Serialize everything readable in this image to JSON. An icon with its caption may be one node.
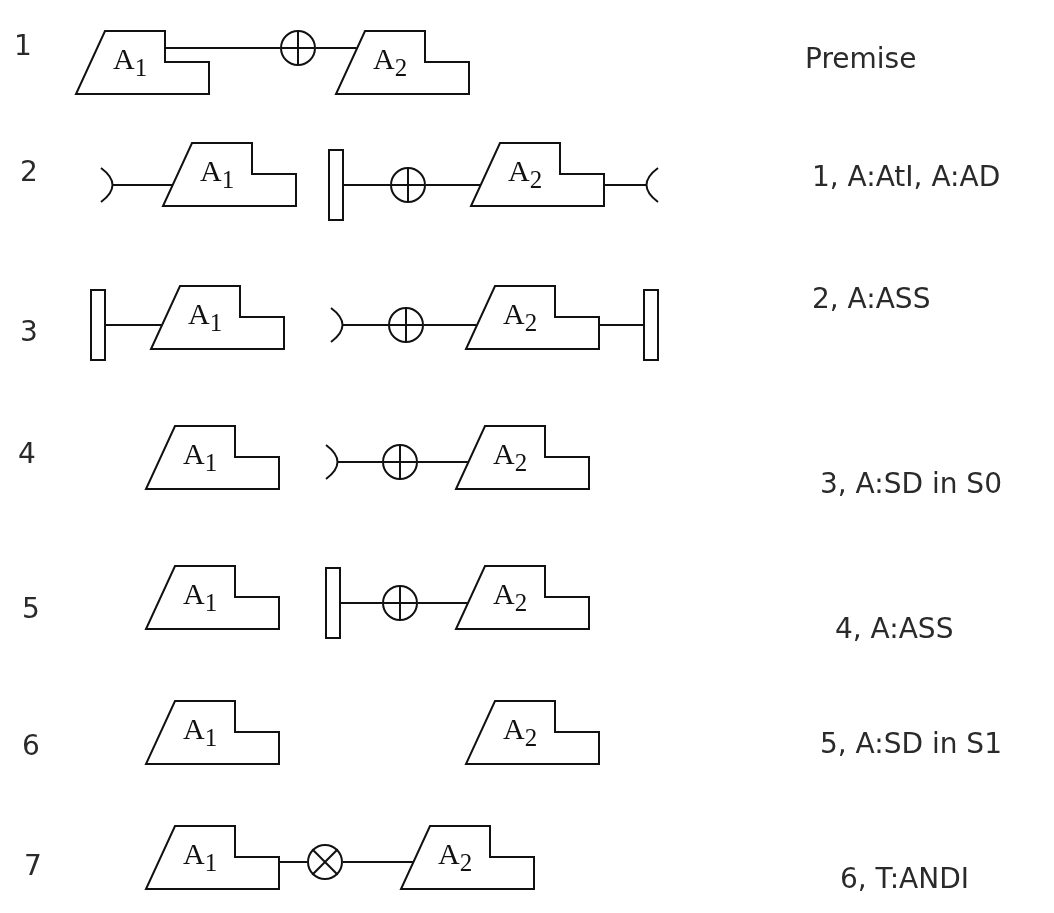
{
  "diagram": {
    "nodes": [
      {
        "text": [
          "A$_{1}$"
        ]
      },
      {
        "text": [],
        "shape": "circle"
      },
      {
        "text": [
          "A$_{2}$"
        ]
      },
      {
        "text": [],
        "shape": "arc"
      },
      {
        "text": [
          "A$_{1}$"
        ]
      },
      {
        "text": [],
        "shape": "bar"
      },
      {
        "text": [],
        "shape": "circle"
      },
      {
        "text": [
          "A$_{2}$"
        ]
      },
      {
        "text": [],
        "shape": "arc"
      },
      {
        "text": [],
        "shape": "bar"
      },
      {
        "text": [
          "A$_{1}$"
        ]
      },
      {
        "text": [],
        "shape": "arc"
      },
      {
        "text": [],
        "shape": "circle"
      },
      {
        "text": [
          "A$_{2}$"
        ]
      },
      {
        "text": [],
        "shape": "bar"
      },
      {
        "text": [
          "A$_{1}$"
        ]
      },
      {
        "text": [],
        "shape": "arc"
      },
      {
        "text": [],
        "shape": "circle"
      },
      {
        "text": [
          "A$_{2}$"
        ]
      },
      {
        "text": [
          "A$_{1}$"
        ]
      },
      {
        "text": [],
        "shape": "bar"
      },
      {
        "text": [],
        "shape": "circle"
      },
      {
        "text": [
          "A$_{2}$"
        ]
      },
      {
        "text": [
          "A$_{1}$"
        ]
      },
      {
        "text": [
          "A$_{2}$"
        ]
      },
      {
        "text": [
          "A$_{1}$"
        ]
      },
      {
        "text": [],
        "shape": "cross"
      },
      {
        "text": [
          "A$_{2}$"
        ]
      }
    ],
    "edges": [
      {
        "from": 0,
        "to": 1,
        "arrow": "none"
      },
      {
        "from": 1,
        "to": 2,
        "arrow": "none"
      },
      {
        "from": 3,
        "to": 4,
        "arrow": "none"
      },
      {
        "from": 5,
        "to": 6,
        "arrow": "none"
      },
      {
        "from": 6,
        "to": 7,
        "arrow": "none"
      },
      {
        "from": 7,
        "to": 8,
        "arrow": "none"
      },
      {
        "from": 9,
        "to": 10,
        "arrow": "none"
      },
      {
        "from": 11,
        "to": 12,
        "arrow": "none"
      },
      {
        "from": 12,
        "to": 13,
        "arrow": "none"
      },
      {
        "from": 13,
        "to": 14,
        "arrow": "none"
      },
      {
        "from": 16,
        "to": 17,
        "arrow": "none"
      },
      {
        "from": 17,
        "to": 18,
        "arrow": "none"
      },
      {
        "from": 20,
        "to": 21,
        "arrow": "none"
      },
      {
        "from": 21,
        "to": 22,
        "arrow": "none"
      },
      {
        "from": 25,
        "to": 26,
        "arrow": "none"
      },
      {
        "from": 26,
        "to": 27,
        "arrow": "none"
      }
    ],
    "labels": [
      "1",
      "Premise",
      "2",
      "1, A:AtI, A:AD",
      "2, A:ASS",
      "3",
      "4",
      "3, A:SD in S0",
      "5",
      "4, A:ASS",
      "6",
      "5, A:SD in S1",
      "7",
      "6, T:ANDI"
    ]
  }
}
